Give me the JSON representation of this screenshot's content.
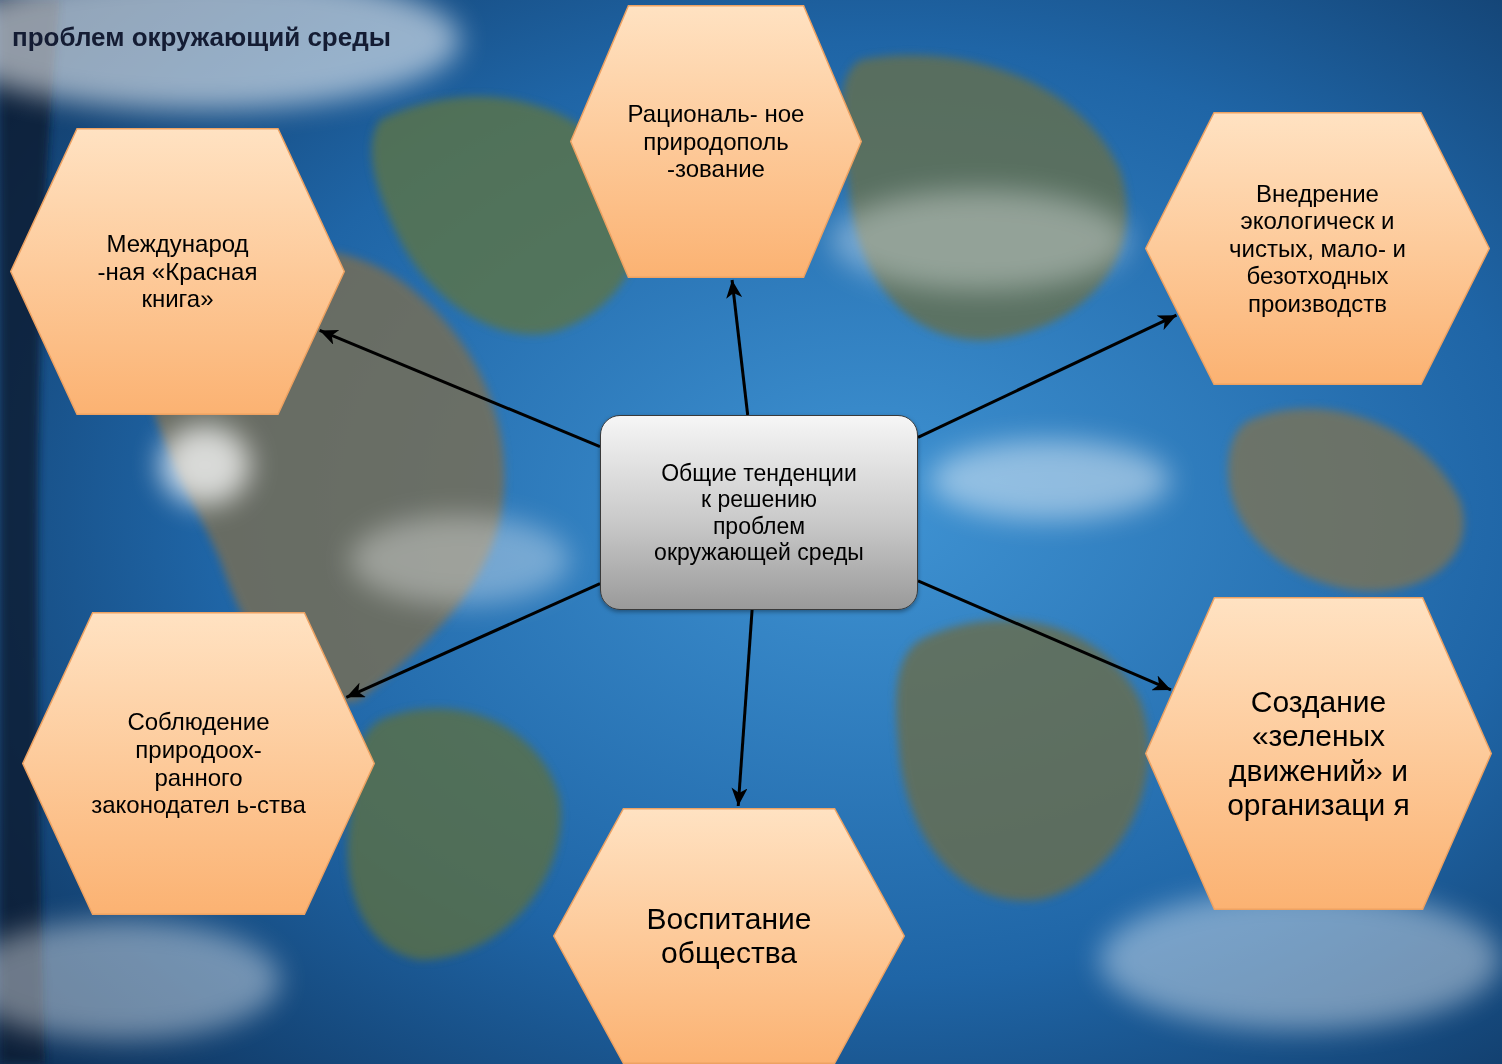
{
  "diagram": {
    "title": "проблем окружающий среды",
    "nodes": [
      {
        "text": [
          "Рациональ- ное природополь -зование"
        ]
      },
      {
        "text": [
          "Международ -ная «Красная книга»"
        ]
      },
      {
        "text": [
          "Внедрение экологическ и чистых, мало- и безотходных производств"
        ]
      },
      {
        "text": [
          "Общие тенденции к решению проблем окружающей среды"
        ]
      },
      {
        "text": [
          "Соблюдение природоох- ранного законодател ь-ства"
        ]
      },
      {
        "text": [
          "Создание «зеленых движений» и организаци я"
        ]
      },
      {
        "text": [
          "Воспитание общества"
        ]
      }
    ],
    "edges": [
      {
        "from": 3,
        "to": 0,
        "arrow": "to"
      },
      {
        "from": 3,
        "to": 1,
        "arrow": "to"
      },
      {
        "from": 3,
        "to": 2,
        "arrow": "to"
      },
      {
        "from": 3,
        "to": 4,
        "arrow": "to"
      },
      {
        "from": 3,
        "to": 5,
        "arrow": "to"
      },
      {
        "from": 3,
        "to": 6,
        "arrow": "to"
      }
    ]
  }
}
